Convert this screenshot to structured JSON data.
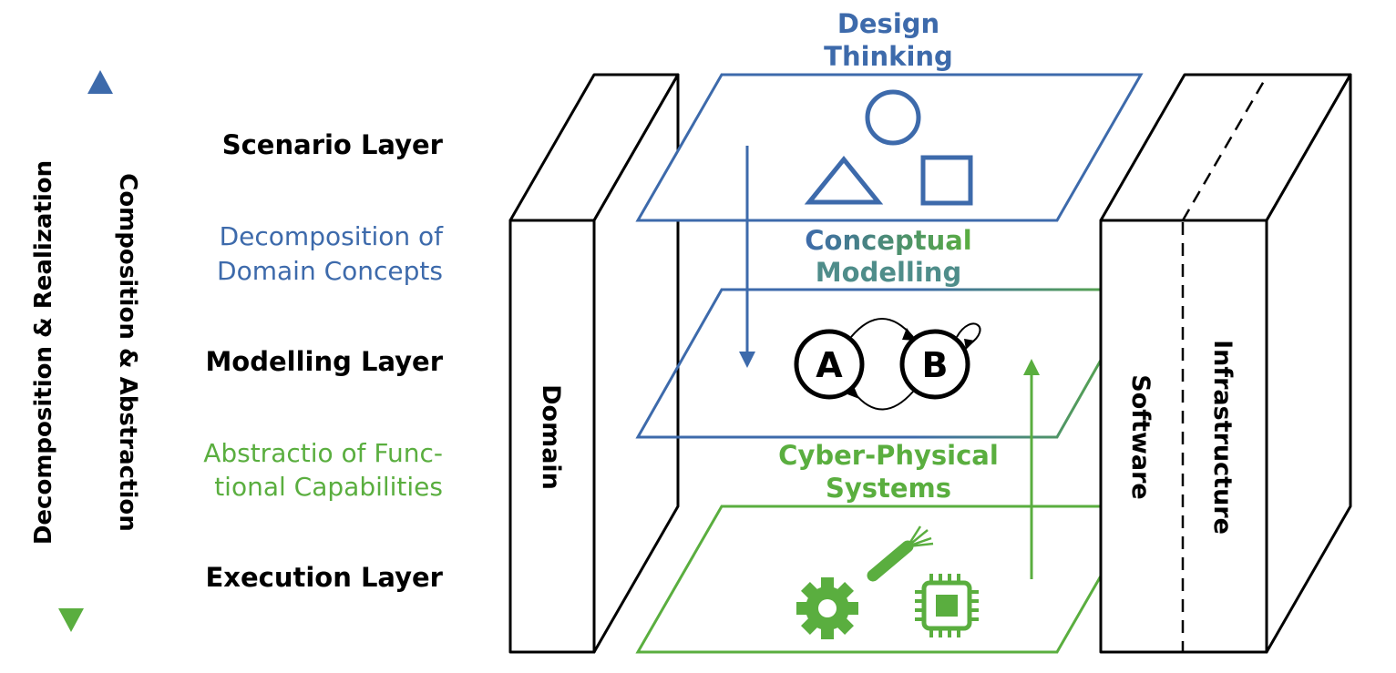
{
  "colors": {
    "blue": "#3d6aab",
    "green": "#5aae3f",
    "black": "#000000",
    "teal_mid": "#4f8d8a"
  },
  "axis": {
    "down_label": "Decomposition & Realization",
    "up_label": "Composition & Abstraction"
  },
  "layers": {
    "scenario": "Scenario Layer",
    "decomposition_line1": "Decomposition of",
    "decomposition_line2": "Domain Concepts",
    "modelling": "Modelling Layer",
    "abstraction_line1": "Abstractio of Func-",
    "abstraction_line2": "tional Capabilities",
    "execution": "Execution Layer"
  },
  "planes": {
    "design_line1": "Design",
    "design_line2": "Thinking",
    "conceptual_line1": "Conceptual",
    "conceptual_line2": "Modelling",
    "cps_line1": "Cyber-Physical",
    "cps_line2": "Systems"
  },
  "states": {
    "a": "A",
    "b": "B"
  },
  "boxes": {
    "domain": "Domain",
    "software": "Software",
    "infrastructure": "Infrastructure"
  },
  "icons": [
    "circle-icon",
    "triangle-icon",
    "square-icon",
    "gear-icon",
    "cable-icon",
    "chip-icon"
  ]
}
